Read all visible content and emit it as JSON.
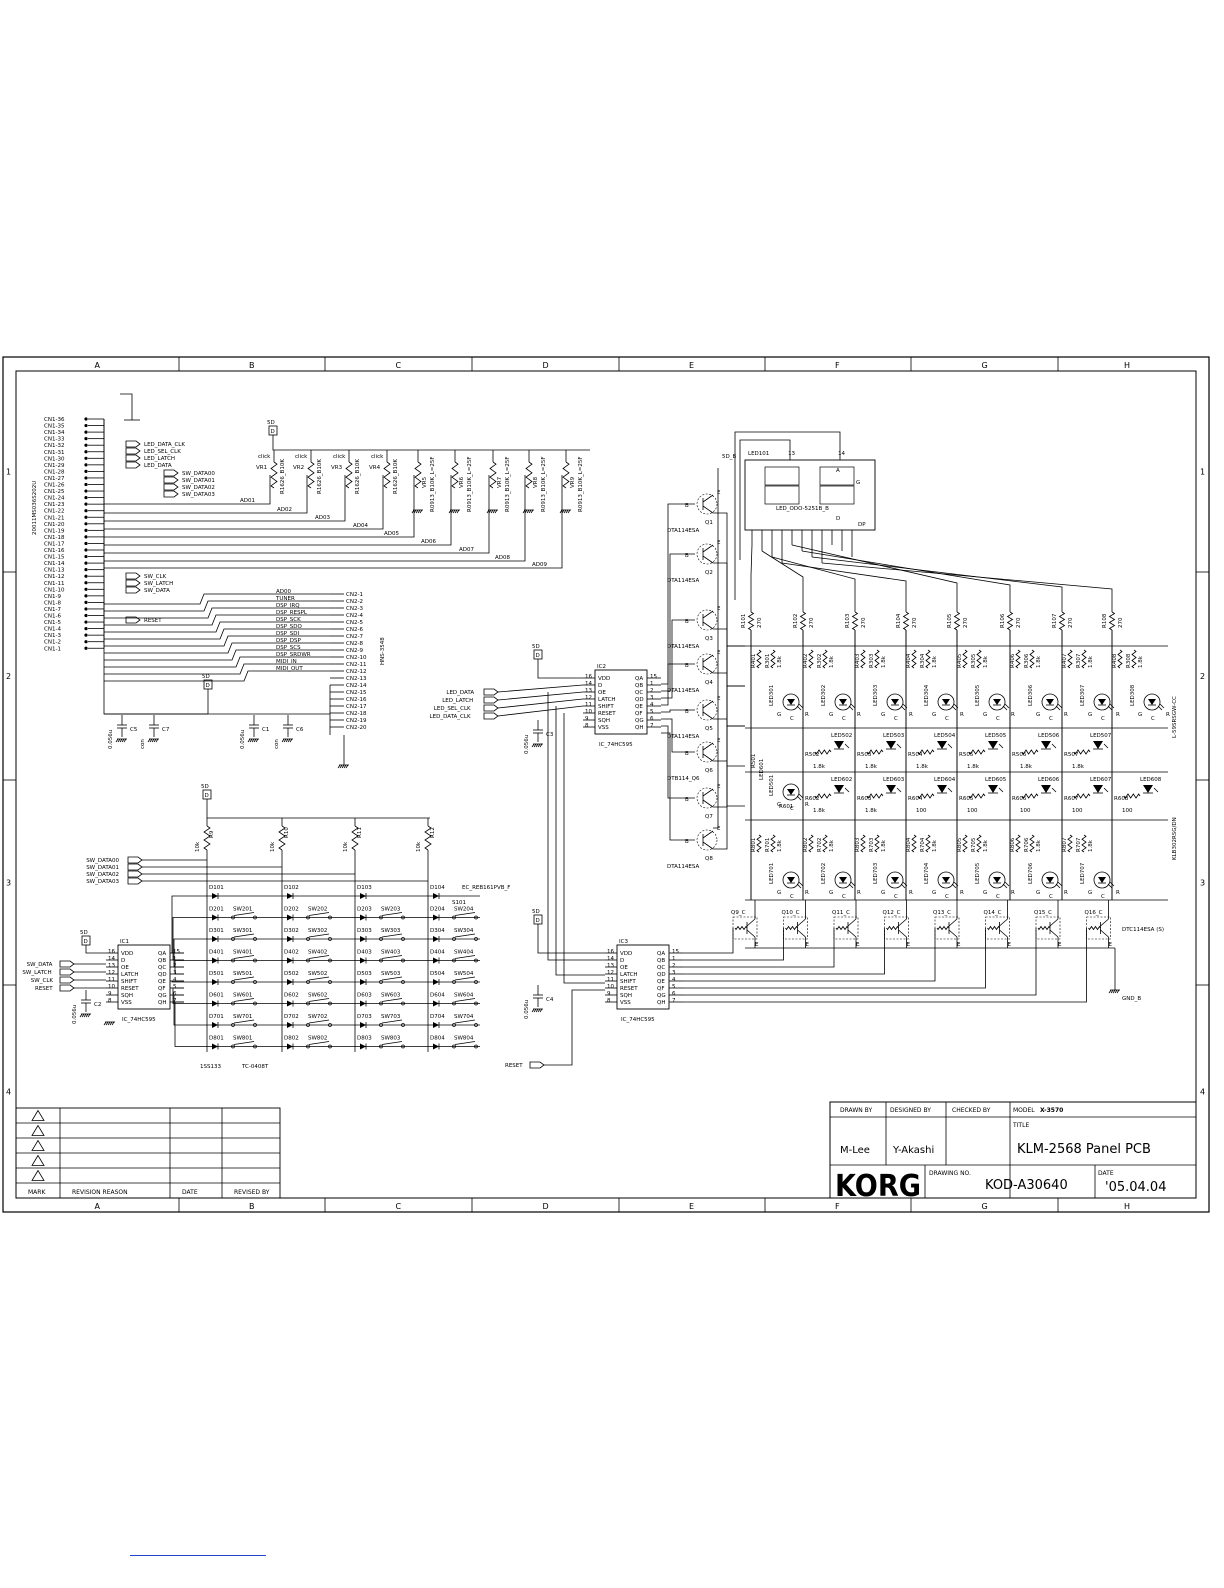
{
  "zones": {
    "columns": [
      "A",
      "B",
      "C",
      "D",
      "E",
      "F",
      "G",
      "H"
    ],
    "rows": [
      "1",
      "2",
      "3",
      "4"
    ]
  },
  "supply": {
    "label": "5D"
  },
  "connectors": {
    "cn1_pins": [
      "CN1-36",
      "CN1-35",
      "CN1-34",
      "CN1-33",
      "CN1-32",
      "CN1-31",
      "CN1-30",
      "CN1-29",
      "CN1-28",
      "CN1-27",
      "CN1-26",
      "CN1-25",
      "CN1-24",
      "CN1-23",
      "CN1-22",
      "CN1-21",
      "CN1-20",
      "CN1-19",
      "CN1-18",
      "CN1-17",
      "CN1-16",
      "CN1-15",
      "CN1-14",
      "CN1-13",
      "CN1-12",
      "CN1-11",
      "CN1-10",
      "CN1-9",
      "CN1-8",
      "CN1-7",
      "CN1-6",
      "CN1-5",
      "CN1-4",
      "CN1-3",
      "CN1-2",
      "CN1-1"
    ],
    "cn1_part": "20011MS036S202U",
    "cn2_pins": [
      "CN2-1",
      "CN2-2",
      "CN2-3",
      "CN2-4",
      "CN2-5",
      "CN2-6",
      "CN2-7",
      "CN2-8",
      "CN2-9",
      "CN2-10",
      "CN2-11",
      "CN2-12",
      "CN2-13",
      "CN2-14",
      "CN2-15",
      "CN2-16",
      "CN2-17",
      "CN2-18",
      "CN2-19",
      "CN2-20"
    ],
    "cn2_part": "HNS-3548",
    "cn2_signals": [
      "AD00",
      "TUNER",
      "DSP_IRQ",
      "DSP_RESPL",
      "DSP_SCK",
      "DSP_SDO",
      "DSP_SDI",
      "DSP_DSP",
      "DSP_SCS",
      "DSP_SRDWR",
      "MIDI_IN",
      "MIDI_OUT"
    ]
  },
  "ports": {
    "upper": [
      "LED_DATA_CLK",
      "LED_SEL_CLK",
      "LED_LATCH",
      "LED_DATA"
    ],
    "sw_data": [
      "SW_DATA00",
      "SW_DATA01",
      "SW_DATA02",
      "SW_DATA03"
    ],
    "sw_ctrl": [
      "SW_CLK",
      "SW_LATCH",
      "SW_DATA"
    ],
    "reset": "RESET",
    "ic2_in": [
      "LED_DATA",
      "LED_LATCH",
      "LED_SEL_CLK",
      "LED_DATA_CLK"
    ],
    "ic1_in": [
      "SW_DATA",
      "SW_LATCH",
      "SW_CLK",
      "RESET"
    ],
    "reset_bottom": "RESET",
    "gnd": "GND_B"
  },
  "pots": {
    "click_label": "click",
    "click_refs": [
      "VR1",
      "VR2",
      "VR3",
      "VR4"
    ],
    "click_part": "R1626_B10K",
    "linear_refs": [
      "VR5",
      "VR6",
      "VR7",
      "VR8",
      "VR9"
    ],
    "linear_part": "R0913_B10K_L=25F",
    "ad_nets": [
      "AD01",
      "AD02",
      "AD03",
      "AD04",
      "AD05",
      "AD06",
      "AD07",
      "AD08",
      "AD09"
    ]
  },
  "caps": {
    "c5": {
      "ref": "C5",
      "value": "0.056u"
    },
    "c7": {
      "ref": "C7",
      "value": "con"
    },
    "c1": {
      "ref": "C1",
      "value": "0.056u"
    },
    "c6": {
      "ref": "C6",
      "value": "con"
    },
    "c3": {
      "ref": "C3",
      "value": "0.056u"
    },
    "c2": {
      "ref": "C2",
      "value": "0.056u"
    },
    "c4": {
      "ref": "C4",
      "value": "0.056u"
    }
  },
  "ics": {
    "ic1": {
      "ref": "IC1",
      "part": "IC_74HC595",
      "pins_left": [
        "VDD",
        "D",
        "OE",
        "LATCH",
        "SHIFT",
        "RESET",
        "SQH",
        "VSS"
      ],
      "nums_left": [
        "16",
        "14",
        "13",
        "12",
        "11",
        "10",
        "9",
        "8"
      ],
      "pins_right": [
        "QA",
        "QB",
        "QC",
        "QD",
        "QE",
        "QF",
        "QG",
        "QH"
      ],
      "nums_right": [
        "15",
        "1",
        "2",
        "3",
        "4",
        "5",
        "6",
        "7"
      ]
    },
    "ic2": {
      "ref": "IC2",
      "part": "IC_74HC595",
      "pins_left": [
        "VDD",
        "D",
        "OE",
        "LATCH",
        "SHIFT",
        "RESET",
        "SQH",
        "VSS"
      ],
      "nums_left": [
        "16",
        "14",
        "13",
        "12",
        "11",
        "10",
        "9",
        "8"
      ],
      "pins_right": [
        "QA",
        "QB",
        "QC",
        "QD",
        "QE",
        "QF",
        "QG",
        "QH"
      ],
      "nums_right": [
        "15",
        "1",
        "2",
        "3",
        "4",
        "5",
        "6",
        "7"
      ]
    },
    "ic3": {
      "ref": "IC3",
      "part": "IC_74HC595",
      "pins_left": [
        "VDD",
        "D",
        "OE",
        "LATCH",
        "SHIFT",
        "RESET",
        "SQH",
        "VSS"
      ],
      "nums_left": [
        "16",
        "14",
        "13",
        "12",
        "11",
        "10",
        "9",
        "8"
      ],
      "pins_right": [
        "QA",
        "QB",
        "QC",
        "QD",
        "QE",
        "QF",
        "QG",
        "QH"
      ],
      "nums_right": [
        "15",
        "1",
        "2",
        "3",
        "4",
        "5",
        "6",
        "7"
      ]
    }
  },
  "pullups": {
    "refs": [
      "R9",
      "R10",
      "R11",
      "R12"
    ],
    "value": "10k"
  },
  "switch_matrix": {
    "rows": [
      {
        "diodes": [
          "D101",
          "D102",
          "D103",
          "D104"
        ],
        "switches": [
          "",
          "",
          "",
          ""
        ]
      },
      {
        "diodes": [
          "D201",
          "D202",
          "D203",
          "D204"
        ],
        "switches": [
          "SW201",
          "SW202",
          "SW203",
          "SW204"
        ]
      },
      {
        "diodes": [
          "D301",
          "D302",
          "D303",
          "D304"
        ],
        "switches": [
          "SW301",
          "SW302",
          "SW303",
          "SW304"
        ]
      },
      {
        "diodes": [
          "D401",
          "D402",
          "D403",
          "D404"
        ],
        "switches": [
          "SW401",
          "SW402",
          "SW403",
          "SW404"
        ]
      },
      {
        "diodes": [
          "D501",
          "D502",
          "D503",
          "D504"
        ],
        "switches": [
          "SW501",
          "SW502",
          "SW503",
          "SW504"
        ]
      },
      {
        "diodes": [
          "D601",
          "D602",
          "D603",
          "D604"
        ],
        "switches": [
          "SW601",
          "SW602",
          "SW603",
          "SW604"
        ]
      },
      {
        "diodes": [
          "D701",
          "D702",
          "D703",
          "D704"
        ],
        "switches": [
          "SW701",
          "SW702",
          "SW703",
          "SW704"
        ]
      },
      {
        "diodes": [
          "D801",
          "D802",
          "D803",
          "D804"
        ],
        "switches": [
          "SW801",
          "SW802",
          "SW803",
          "SW804"
        ]
      }
    ],
    "encoder": {
      "ref": "S101",
      "part": "EC_REB161PVB_F"
    },
    "diode_part": "1SS133",
    "switch_part": "TC-0408T"
  },
  "display": {
    "ref": "LED101",
    "part": "LED_ODO-5251B_B",
    "pin_a": "13",
    "pin_b": "14",
    "seg_top": "A",
    "seg_mid": "G",
    "seg_low": "D",
    "dp": "DP"
  },
  "transistors": {
    "drivers": [
      {
        "ref": "Q1",
        "part": "DTA114ESA"
      },
      {
        "ref": "Q2",
        "part": "DTA114ESA"
      },
      {
        "ref": "Q3",
        "part": "DTA114ESA"
      },
      {
        "ref": "Q4",
        "part": "DTA114ESA"
      },
      {
        "ref": "Q5",
        "part": "DTA114ESA"
      },
      {
        "ref": "Q6",
        "part": "DTB114_Q6"
      },
      {
        "ref": "Q7",
        "part": ""
      },
      {
        "ref": "Q8",
        "part": "DTA114ESA"
      }
    ],
    "sinks": [
      "Q9_C",
      "Q10_C",
      "Q11_C",
      "Q12_C",
      "Q13_C",
      "Q14_C",
      "Q15_C",
      "Q16_C"
    ],
    "sink_part": "DTC114ESA (S)"
  },
  "led_matrix": {
    "col_resistors": [
      "R101",
      "R102",
      "R103",
      "R104",
      "R105",
      "R106",
      "R107",
      "R108"
    ],
    "col_value": "270",
    "row1": {
      "leds": [
        "LED301",
        "LED302",
        "LED303",
        "LED304",
        "LED305",
        "LED306",
        "LED307",
        "LED308"
      ],
      "ra": [
        "R401",
        "R402",
        "R403",
        "R404",
        "R405",
        "R406",
        "R407",
        "R408"
      ],
      "rb": [
        "R301",
        "R302",
        "R303",
        "R304",
        "R305",
        "R306",
        "R307",
        "R308"
      ],
      "value": "1.8k",
      "part": "L-59SRSGW-CC"
    },
    "row2": {
      "leds": [
        "LED501",
        "LED502",
        "LED503",
        "LED504",
        "LED505",
        "LED506",
        "LED507",
        ""
      ],
      "res": [
        "R501",
        "R502",
        "R503",
        "R504",
        "R505",
        "R506",
        "R507",
        ""
      ],
      "vals": [
        "",
        "1.8k",
        "1.8k",
        "1.8k",
        "1.8k",
        "1.8k",
        "1.8k",
        ""
      ]
    },
    "row3": {
      "leds": [
        "LED601",
        "LED602",
        "LED603",
        "LED604",
        "LED605",
        "LED606",
        "LED607",
        "LED608"
      ],
      "res": [
        "R601",
        "R602",
        "R603",
        "R604",
        "R605",
        "R606",
        "R607",
        "R608"
      ],
      "vals": [
        "",
        "1.8k",
        "1.8k",
        "100",
        "100",
        "100",
        "100",
        "100"
      ],
      "part": "KLB302RSG/DN"
    },
    "row4": {
      "leds": [
        "LED701",
        "LED702",
        "LED703",
        "LED704",
        "LED705",
        "LED706",
        "LED707",
        ""
      ],
      "ra": [
        "R801",
        "R802",
        "R803",
        "R804",
        "R805",
        "R806",
        "R807",
        ""
      ],
      "rb": [
        "R701",
        "R702",
        "R703",
        "R704",
        "R705",
        "R706",
        "R707",
        ""
      ],
      "value": "1.8k"
    }
  },
  "revision_table": {
    "headers": [
      "MARK",
      "REVISION REASON",
      "DATE",
      "REVISED BY"
    ],
    "rows": 5
  },
  "title_block": {
    "drawn_by_label": "DRAWN BY",
    "drawn_by": "M-Lee",
    "designed_by_label": "DESIGNED BY",
    "designed_by": "Y-Akashi",
    "checked_by_label": "CHECKED BY",
    "checked_by": "",
    "model_label": "MODEL",
    "model": "X-3570",
    "title_label": "TITLE",
    "title": "KLM-2568 Panel PCB",
    "brand": "KORG",
    "drawing_no_label": "DRAWING NO.",
    "drawing_no": "KOD-A30640",
    "date_label": "DATE",
    "date": "'05.04.04"
  }
}
